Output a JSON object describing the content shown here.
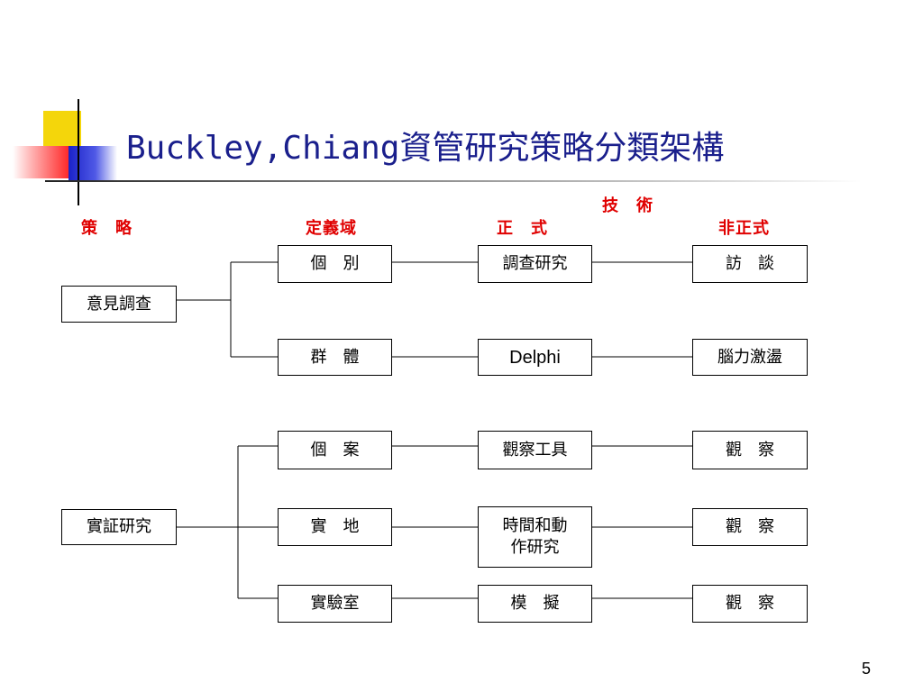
{
  "slide": {
    "title": "Buckley,Chiang資管研究策略分類架構",
    "page_number": "5"
  },
  "headers": {
    "strategy": "策　略",
    "domain": "定義域",
    "technique": "技　術",
    "formal": "正　式",
    "informal": "非正式"
  },
  "nodes": {
    "survey": "意見調查",
    "empirical": "實証研究",
    "individual": "個　別",
    "group": "群　體",
    "case": "個　案",
    "field": "實　地",
    "lab": "實驗室",
    "survey_research": "調查研究",
    "delphi": "Delphi",
    "observation_tool": "觀察工具",
    "time_motion": "時間和動\n作研究",
    "simulation": "模　擬",
    "interview": "訪　談",
    "brainstorm": "腦力激盪",
    "observe_1": "觀　察",
    "observe_2": "觀　察",
    "observe_3": "觀　察"
  }
}
